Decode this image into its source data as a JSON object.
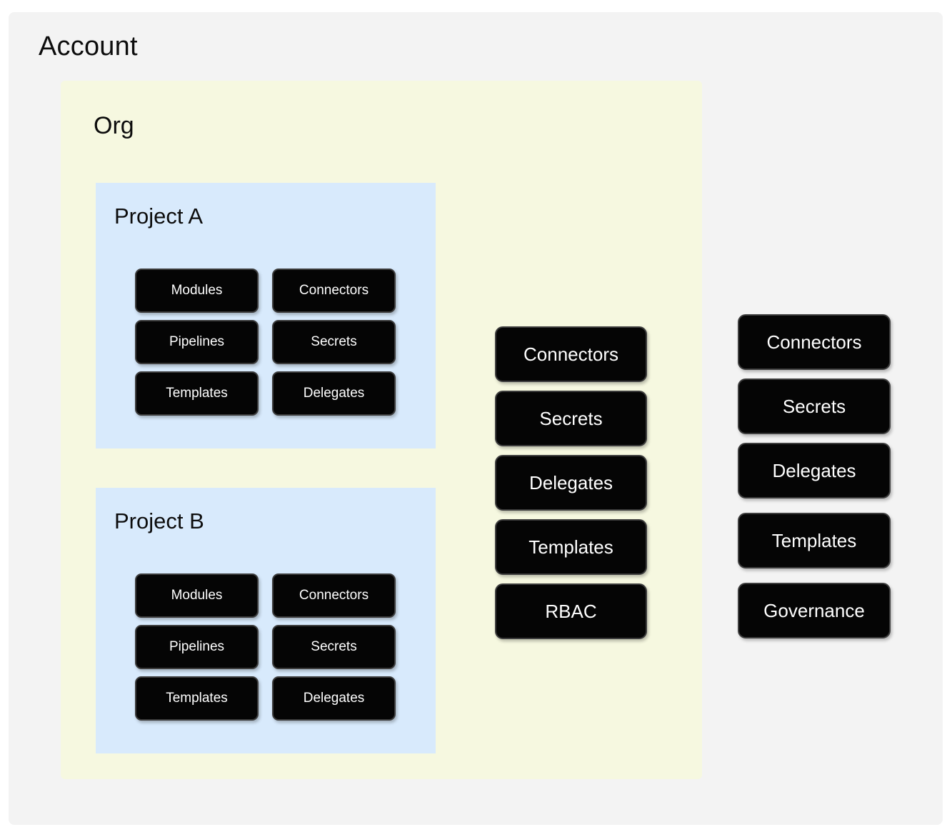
{
  "account": {
    "title": "Account",
    "background_color": "#f3f3f3"
  },
  "org": {
    "title": "Org",
    "background_color": "#f6f8e0"
  },
  "projects": [
    {
      "title": "Project A",
      "background_color": "#d8eafc",
      "items": [
        "Modules",
        "Connectors",
        "Pipelines",
        "Secrets",
        "Templates",
        "Delegates"
      ]
    },
    {
      "title": "Project B",
      "background_color": "#d8eafc",
      "items": [
        "Modules",
        "Connectors",
        "Pipelines",
        "Secrets",
        "Templates",
        "Delegates"
      ]
    }
  ],
  "org_level_items": [
    "Connectors",
    "Secrets",
    "Delegates",
    "Templates",
    "RBAC"
  ],
  "account_level_items": [
    "Connectors",
    "Secrets",
    "Delegates",
    "Templates",
    "Governance"
  ],
  "node_style": {
    "fill": "#050505",
    "border": "#3d3d3d",
    "text": "#ffffff"
  }
}
